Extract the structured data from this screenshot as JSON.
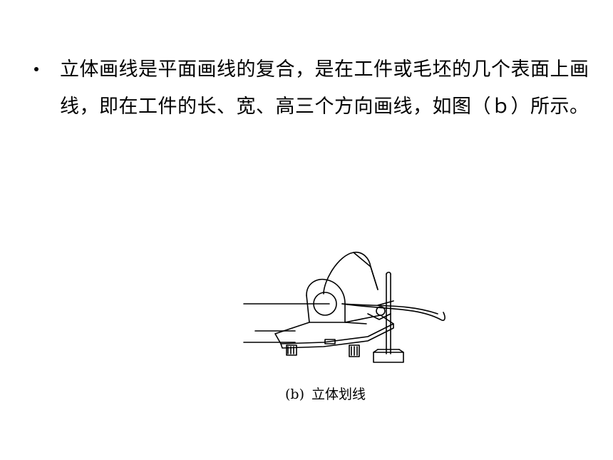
{
  "slide": {
    "bullet_text": "立体画线是平面画线的复合，是在工件或毛坯的几个表面上画线，即在工件的长、宽、高三个方向画线，如图（ｂ）所示。"
  },
  "figure": {
    "caption_tag": "(b)",
    "caption_text": "立体划线"
  }
}
